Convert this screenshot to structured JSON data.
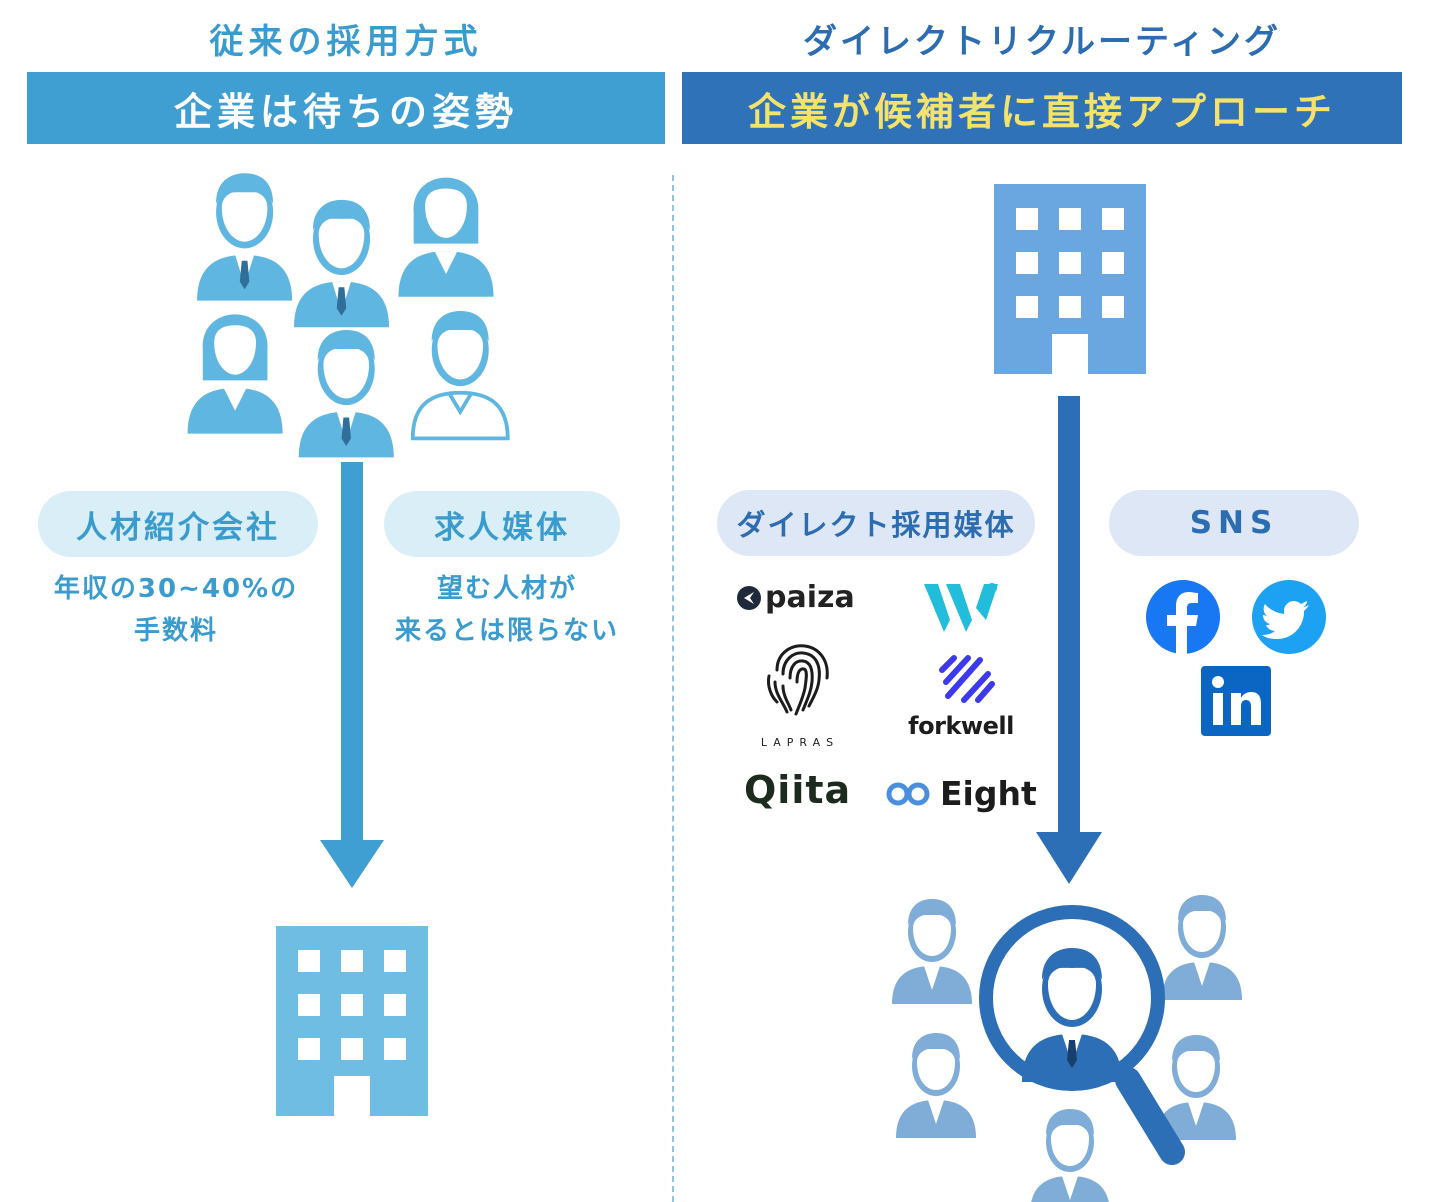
{
  "left": {
    "title": "従来の採用方式",
    "banner": "企業は待ちの姿勢",
    "channels": [
      {
        "label": "人材紹介会社",
        "note_lines": [
          "年収の30~40%の",
          "手数料"
        ]
      },
      {
        "label": "求人媒体",
        "note_lines": [
          "望む人材が",
          "来るとは限らない"
        ]
      }
    ]
  },
  "right": {
    "title": "ダイレクトリクルーティング",
    "banner": "企業が候補者に直接アプローチ",
    "channels": [
      {
        "label": "ダイレクト採用媒体"
      },
      {
        "label": "SNS"
      }
    ],
    "media_logos": {
      "paiza": "paiza",
      "lapras": "LAPRAS",
      "forkwell": "forkwell",
      "qiita": "Qiita",
      "eight": "Eight"
    },
    "sns_icons": [
      "facebook-icon",
      "twitter-icon",
      "linkedin-icon"
    ]
  },
  "colors": {
    "left_title": "#3a9bcf",
    "left_banner": "#3f9fd2",
    "left_banner_text": "#ffffff",
    "left_icon": "#5fb6e0",
    "left_pill": "#daeef8",
    "right_title": "#2c6cb0",
    "right_banner": "#2f72b8",
    "right_banner_text": "#f4e26a",
    "right_building": "#6aa6df",
    "right_people": "#7fadd8",
    "right_arrow": "#2d6fb6",
    "right_pill": "#dde7f5",
    "note_text": "#3a9bcf"
  }
}
